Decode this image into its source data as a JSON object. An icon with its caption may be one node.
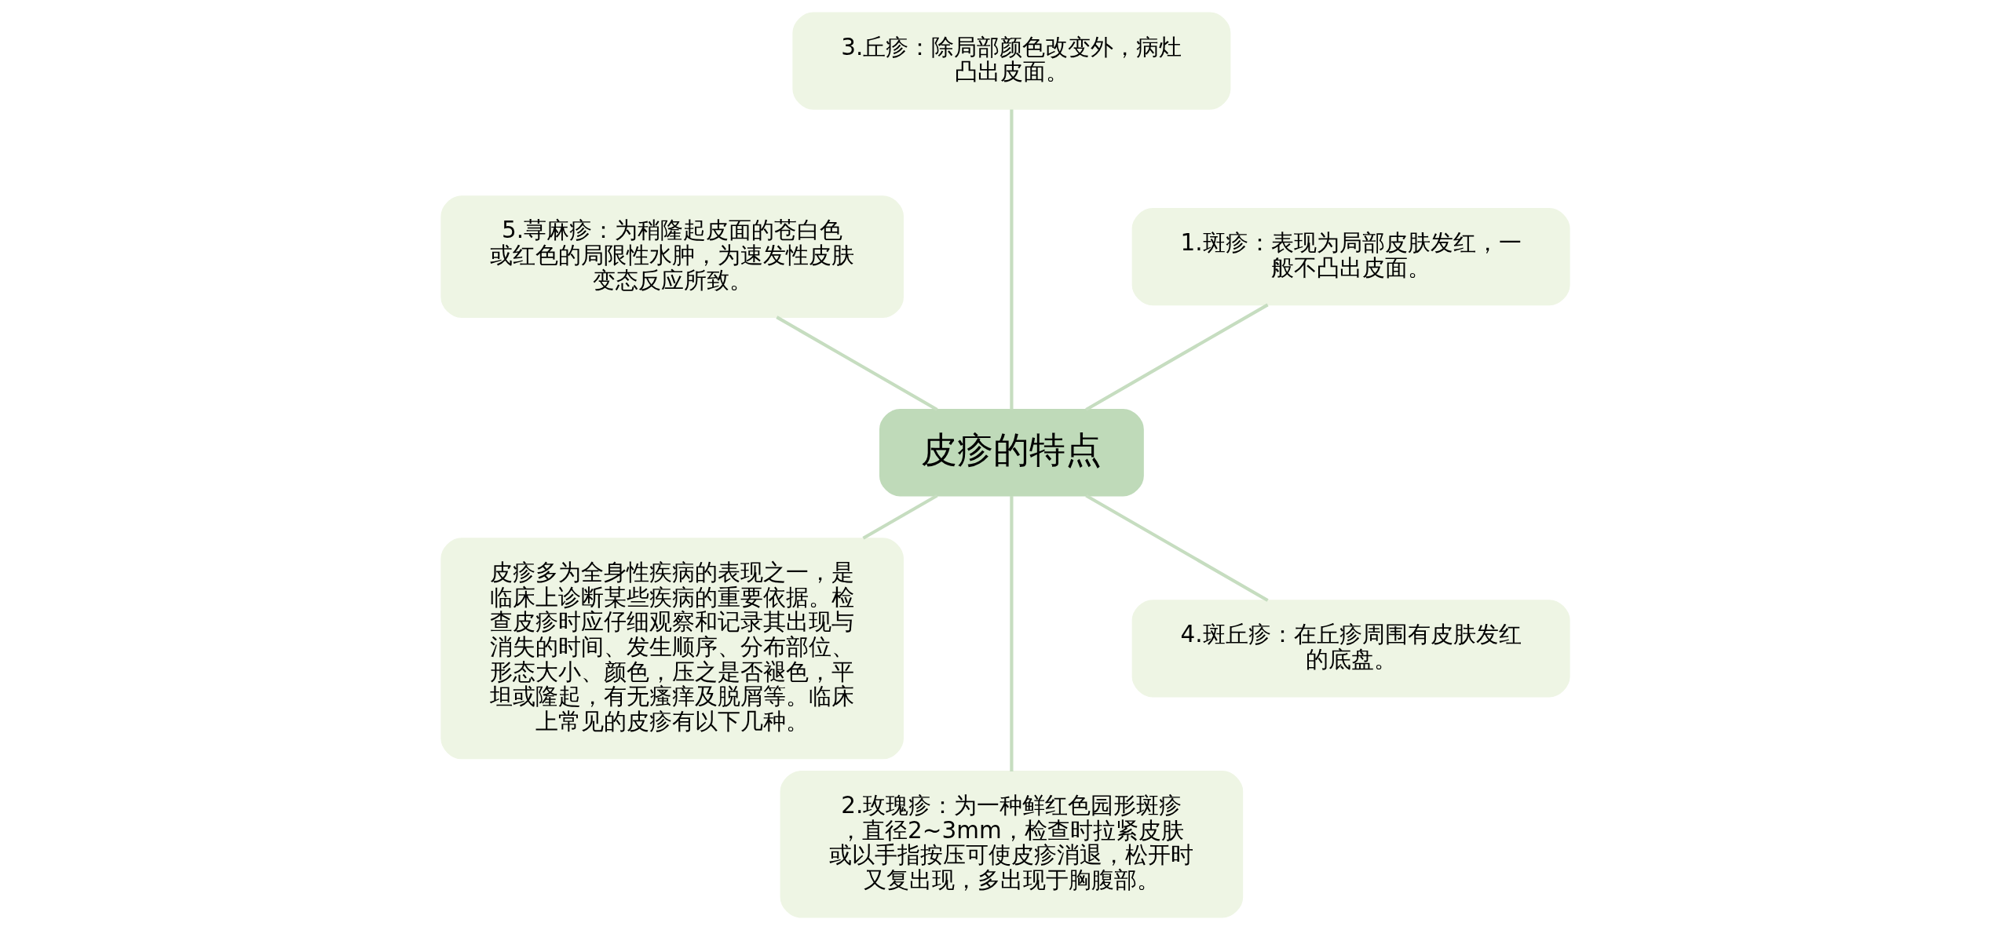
{
  "diagram": {
    "nodes": [
      {
        "text": [
          "皮疹的特点"
        ]
      },
      {
        "text": [
          "1.斑疹：表现为局部皮肤发红，一般不凸出皮面。"
        ]
      },
      {
        "text": [
          "3.丘疹：除局部颜色改变外，病灶凸出皮面。"
        ]
      },
      {
        "text": [
          "5.荨麻疹：为稍隆起皮面的苍白色或红色的局限性水肿，为速发性皮肤变态反应所致。"
        ]
      },
      {
        "text": [
          "皮疹多为全身性疾病的表现之一，是临床上诊断某些疾病的重要依据。检查皮疹时应仔细观察和记录其出现与消失的时间、发生顺序、分布部位、形态大小、颜色，压之是否褪色，平坦或隆起，有无瘙痒及脱屑等。临床上常见的皮疹有以下几种。"
        ]
      },
      {
        "text": [
          "2.玫瑰疹：为一种鲜红色园形斑疹，直径2~3mm，检查时拉紧皮肤或以手指按压可使皮疹消退，松开时又复出现，多出现于胸腹部。"
        ]
      },
      {
        "text": [
          "4.斑丘疹：在丘疹周围有皮肤发红的底盘。"
        ]
      }
    ],
    "edges": [
      {
        "from": 0,
        "to": 1,
        "arrow": "none"
      },
      {
        "from": 0,
        "to": 2,
        "arrow": "none"
      },
      {
        "from": 0,
        "to": 3,
        "arrow": "none"
      },
      {
        "from": 0,
        "to": 4,
        "arrow": "none"
      },
      {
        "from": 0,
        "to": 5,
        "arrow": "none"
      },
      {
        "from": 0,
        "to": 6,
        "arrow": "none"
      }
    ]
  }
}
